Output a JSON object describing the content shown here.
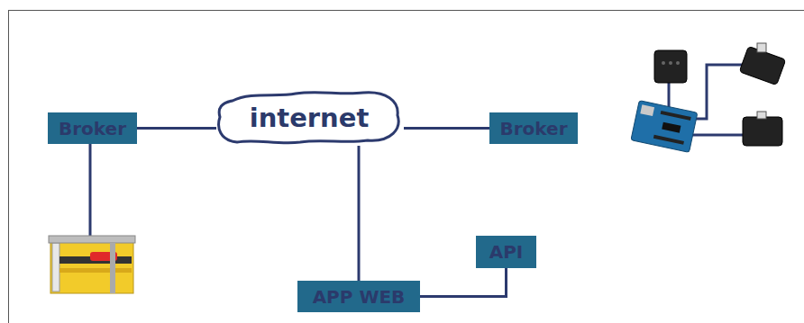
{
  "diagram": {
    "nodes": [
      {
        "text": [
          "Broker"
        ]
      },
      {
        "text": [
          "internet"
        ]
      },
      {
        "text": [
          "Broker"
        ]
      },
      {
        "text": [
          "APP WEB"
        ]
      },
      {
        "text": [
          "API"
        ]
      }
    ],
    "edges": [
      {
        "from": 0,
        "to": 1,
        "arrow": "none"
      },
      {
        "from": 1,
        "to": 2,
        "arrow": "none"
      },
      {
        "from": 1,
        "to": 3,
        "arrow": "none"
      },
      {
        "from": 3,
        "to": 4,
        "arrow": "none"
      }
    ]
  }
}
